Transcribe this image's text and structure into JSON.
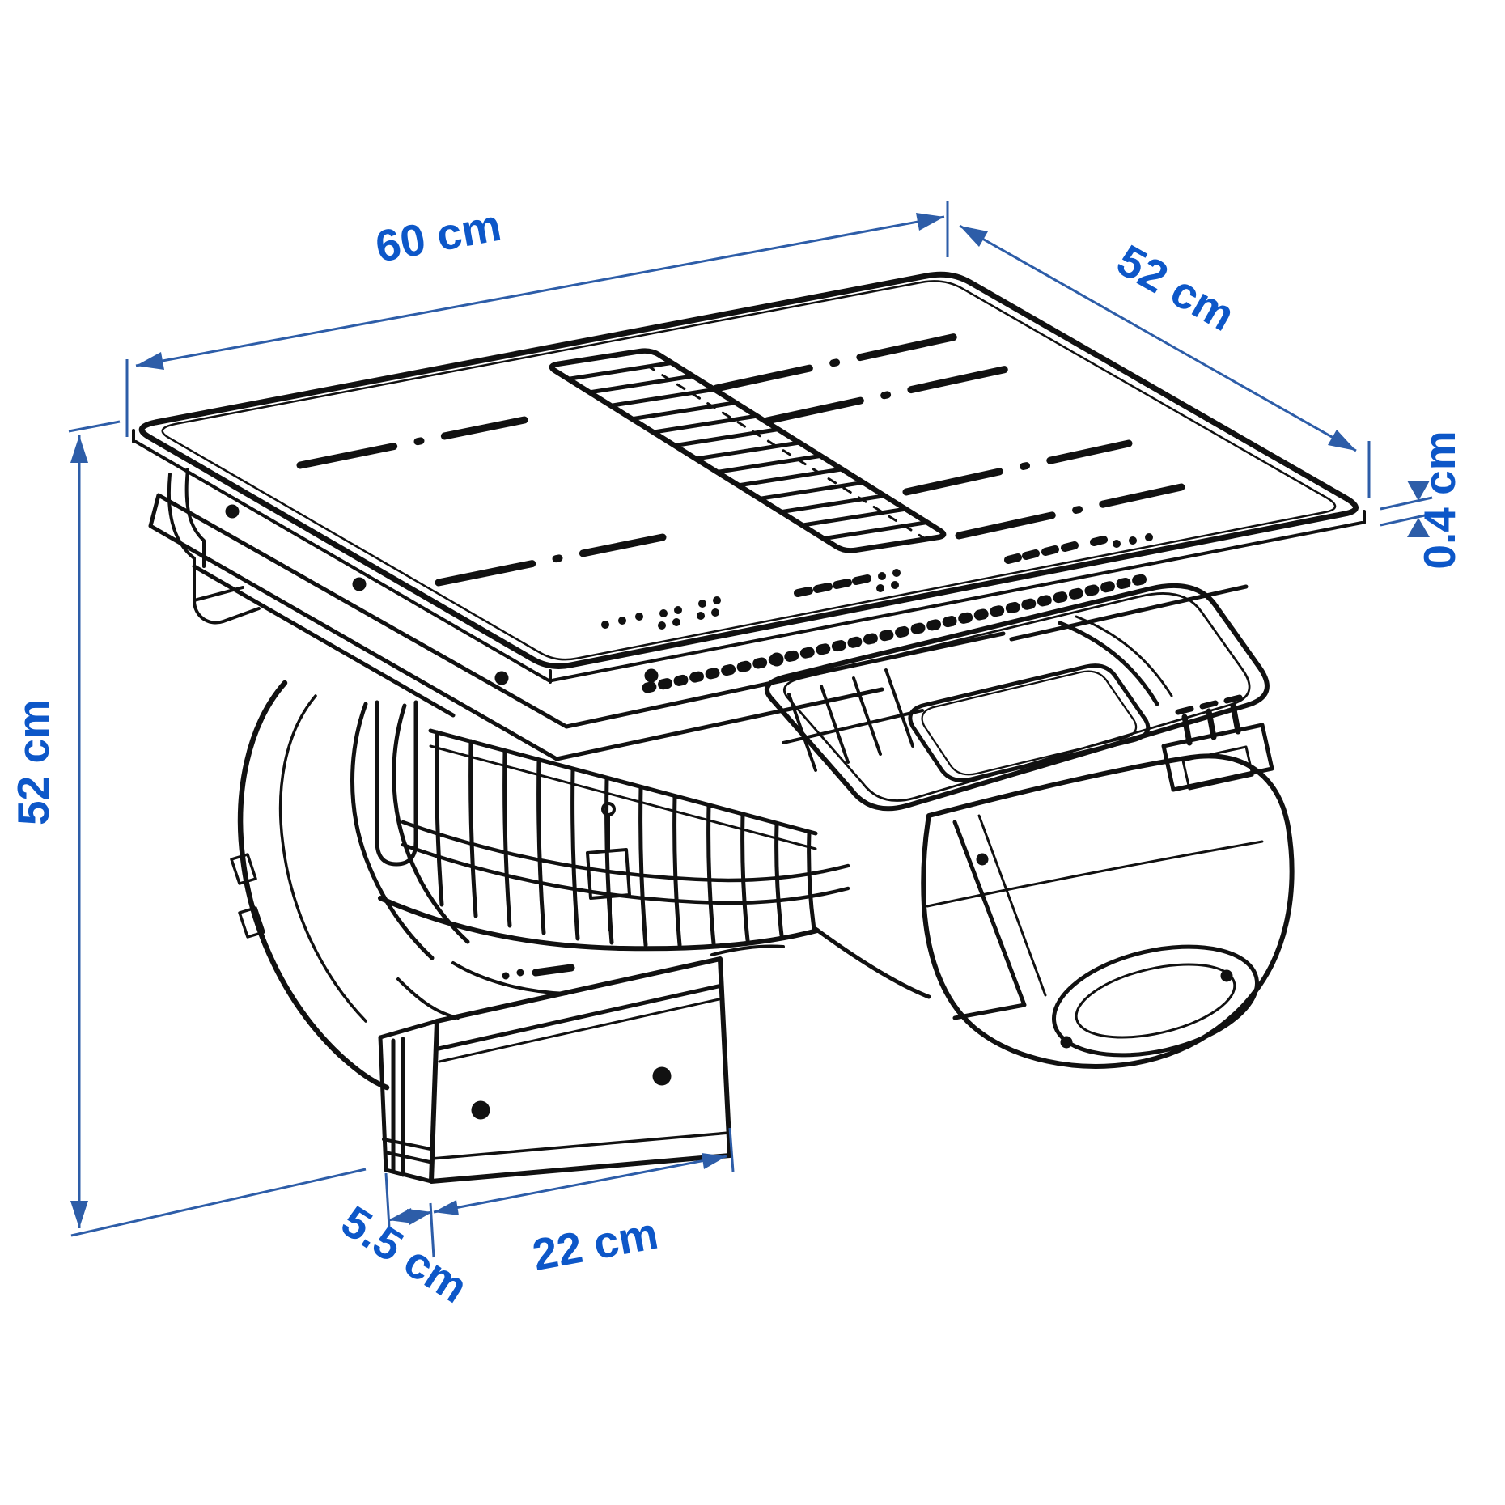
{
  "diagram": {
    "type": "product-dimension-diagram",
    "subject": "induction hob with integrated extractor fan and downdraft duct",
    "unit": "cm",
    "background_color": "#ffffff",
    "drawing_color": "#111111",
    "dimension_line_color": "#2d5da8",
    "dimension_text_color": "#0d57c8",
    "dimensions": {
      "width": {
        "label": "60 cm",
        "value": 60,
        "measures": "hob top width"
      },
      "depth": {
        "label": "52 cm",
        "value": 52,
        "measures": "hob top depth"
      },
      "thickness": {
        "label": "0.4 cm",
        "value": 0.4,
        "measures": "glass edge thickness"
      },
      "height": {
        "label": "52 cm",
        "value": 52,
        "measures": "total height"
      },
      "duct_depth": {
        "label": "5.5 cm",
        "value": 5.5,
        "measures": "duct side depth"
      },
      "duct_width": {
        "label": "22 cm",
        "value": 22,
        "measures": "duct front width"
      }
    }
  }
}
